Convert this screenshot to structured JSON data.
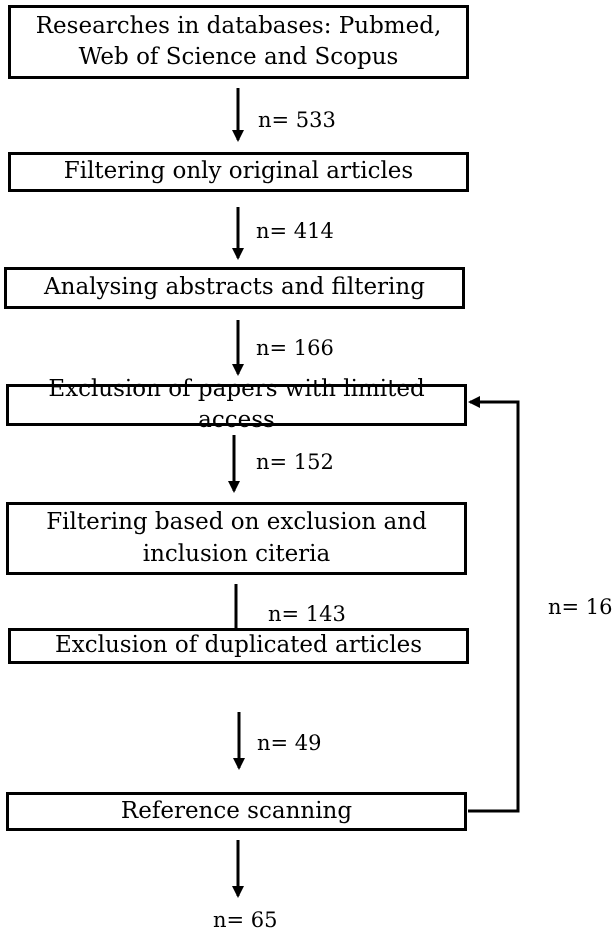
{
  "steps": [
    {
      "text": "Researches in databases: Pubmed, Web of Science and Scopus"
    },
    {
      "text": "Filtering only original articles"
    },
    {
      "text": "Analysing abstracts and filtering"
    },
    {
      "text": "Exclusion of papers with limited access"
    },
    {
      "text": "Filtering based on exclusion and inclusion citeria"
    },
    {
      "text": "Exclusion of duplicated articles"
    },
    {
      "text": "Reference scanning"
    }
  ],
  "counts": {
    "after_search": "n= 533",
    "after_original_filter": "n= 414",
    "after_abstracts": "n= 166",
    "after_access_exclusion": "n= 152",
    "after_criteria": "n= 143",
    "after_duplicates": "n= 49",
    "final": "n= 65",
    "from_reference_scanning": "n= 16"
  }
}
